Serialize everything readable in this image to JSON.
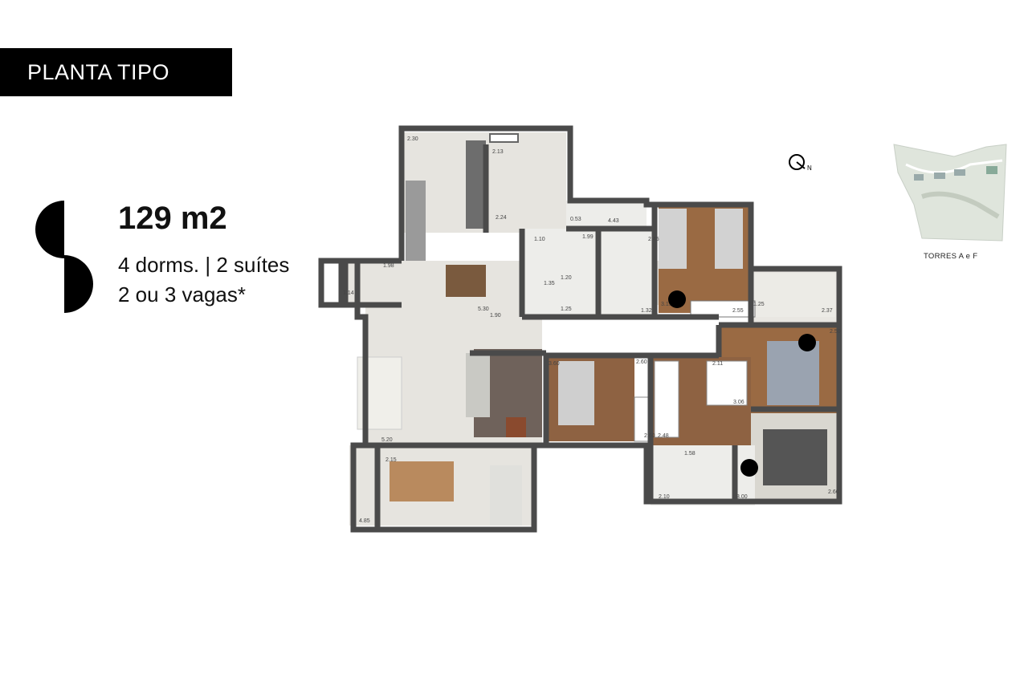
{
  "header": {
    "title": "PLANTA TIPO"
  },
  "unit": {
    "area": "129 m2",
    "rooms": "4 dorms. | 2 suítes",
    "parking": "2 ou 3 vagas*"
  },
  "site": {
    "towers_label": "TORRES A e F"
  },
  "compass": {
    "label": "N"
  },
  "dimensions": {
    "d01": "2.30",
    "d02": "2.13",
    "d03": "2.24",
    "d04": "0.53",
    "d05": "4.43",
    "d06": "1.10",
    "d07": "1.99",
    "d08": "2.45",
    "d09": "1.98",
    "d10": "1.14",
    "d11": "1.35",
    "d12": "1.20",
    "d13": "5.30",
    "d14": "1.90",
    "d15": "1.25",
    "d16": "1.32",
    "d17": "3.15",
    "d18": "2.55",
    "d19": "1.25",
    "d20": "2.37",
    "d21": "2.50",
    "d22": "3.60",
    "d23": "2.60",
    "d24": "2.11",
    "d25": "3.06",
    "d26": "2.60",
    "d27": "2.48",
    "d28": "5.20",
    "d29": "2.15",
    "d30": "1.58",
    "d31": "2.10",
    "d32": "3.00",
    "d33": "2.60",
    "d34": "4.85"
  },
  "colors": {
    "wall": "#4a4a4a",
    "floor_tile": "#e6e4df",
    "floor_wood": "#9a6a43",
    "sofa": "#c9c9c4",
    "rug": "#7a6a60",
    "title_bg": "#000000"
  }
}
